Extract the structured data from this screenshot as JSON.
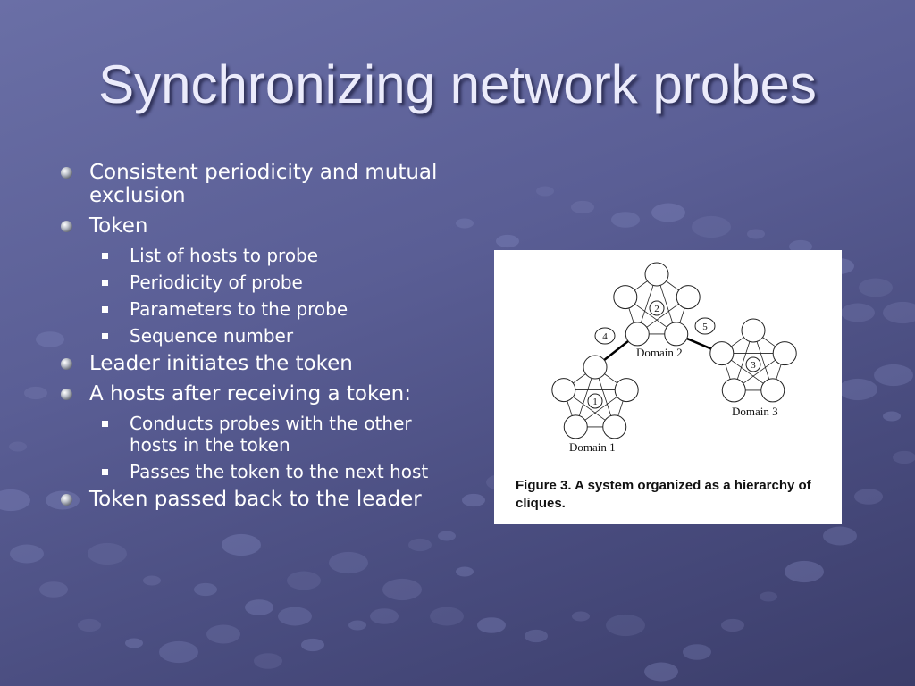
{
  "slide": {
    "title": "Synchronizing network probes"
  },
  "bullets": [
    {
      "text": "Consistent periodicity and mutual exclusion"
    },
    {
      "text": "Token",
      "children": [
        "List of hosts to probe",
        "Periodicity of probe",
        "Parameters to the probe",
        "Sequence number"
      ]
    },
    {
      "text": "Leader initiates the token"
    },
    {
      "text": "A hosts after receiving a token:",
      "children": [
        "Conducts probes with the other hosts in the token",
        "Passes the token to the next host"
      ]
    },
    {
      "text": "Token passed back to the leader"
    }
  ],
  "figure": {
    "caption": "Figure 3. A system organized as a hierarchy of cliques.",
    "domains": [
      "Domain 1",
      "Domain 2",
      "Domain 3"
    ],
    "clique_numbers": [
      "1",
      "2",
      "3"
    ],
    "link_numbers": [
      "4",
      "5"
    ]
  }
}
